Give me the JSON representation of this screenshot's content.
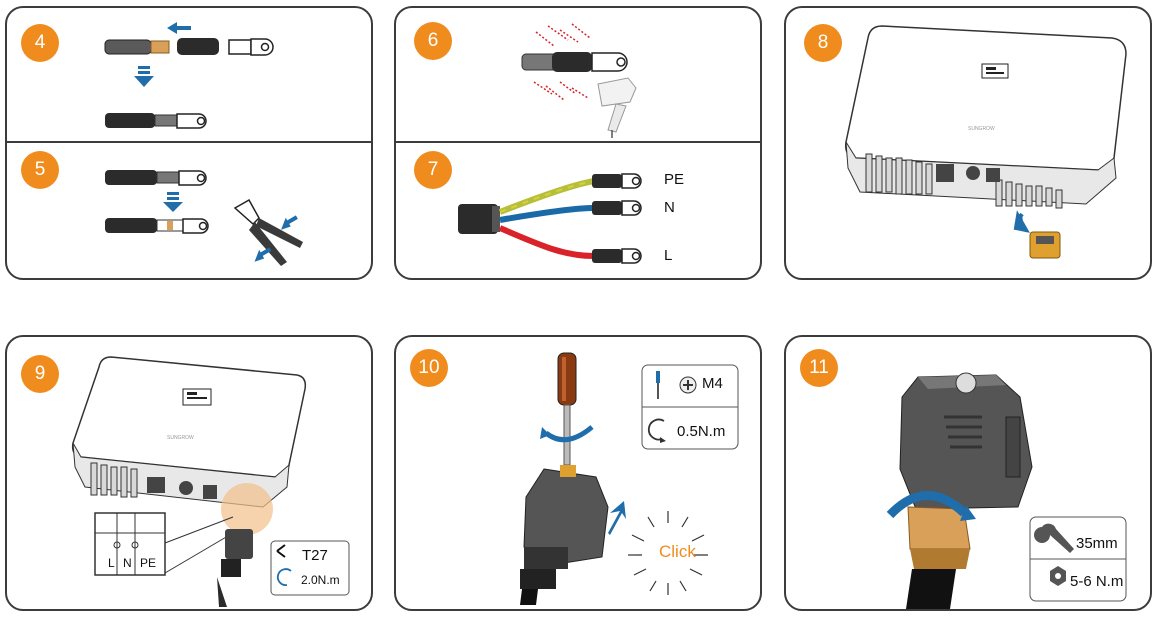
{
  "steps": {
    "s4": "4",
    "s5": "5",
    "s6": "6",
    "s7": "7",
    "s8": "8",
    "s9": "9",
    "s10": "10",
    "s11": "11"
  },
  "wire_labels": {
    "pe": "PE",
    "n": "N",
    "l": "L"
  },
  "terminal_labels": {
    "l": "L",
    "n": "N",
    "pe": "PE"
  },
  "step9_spec": {
    "tool": "T27",
    "torque": "2.0N.m"
  },
  "step10_spec": {
    "screw": "M4",
    "torque": "0.5N.m",
    "action": "Click"
  },
  "step11_spec": {
    "wrench": "35mm",
    "torque": "5-6 N.m"
  },
  "colors": {
    "badge": "#f08c1e",
    "blue_arrow": "#1f6eab",
    "wire_pe": "#b5bf3a",
    "wire_n": "#1a6aa8",
    "wire_l": "#d8232a",
    "copper": "#d9a05a"
  },
  "icons": [
    "arrow-left-icon",
    "arrow-down-icon",
    "crimp-tool-icon",
    "heat-gun-icon",
    "screwdriver-icon",
    "wrench-icon",
    "torque-icon",
    "hex-nut-icon",
    "torx-icon"
  ]
}
